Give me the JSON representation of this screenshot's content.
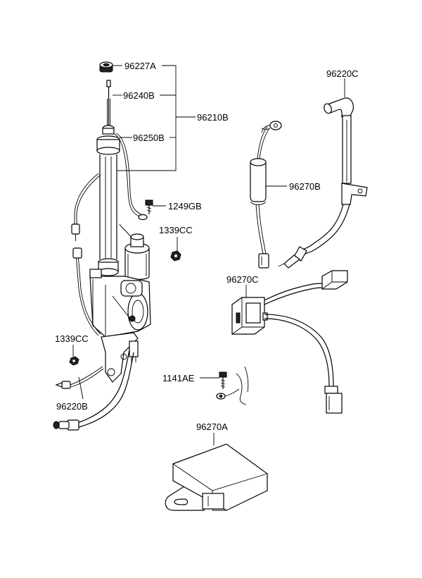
{
  "labels": {
    "p96227A": "96227A",
    "p96240B": "96240B",
    "p96250B": "96250B",
    "p96210B": "96210B",
    "p1249GB": "1249GB",
    "p1339CC_a": "1339CC",
    "p1339CC_b": "1339CC",
    "p96220B": "96220B",
    "p96220C": "96220C",
    "p96270B": "96270B",
    "p96270C": "96270C",
    "p1141AE": "1141AE",
    "p96270A": "96270A"
  }
}
